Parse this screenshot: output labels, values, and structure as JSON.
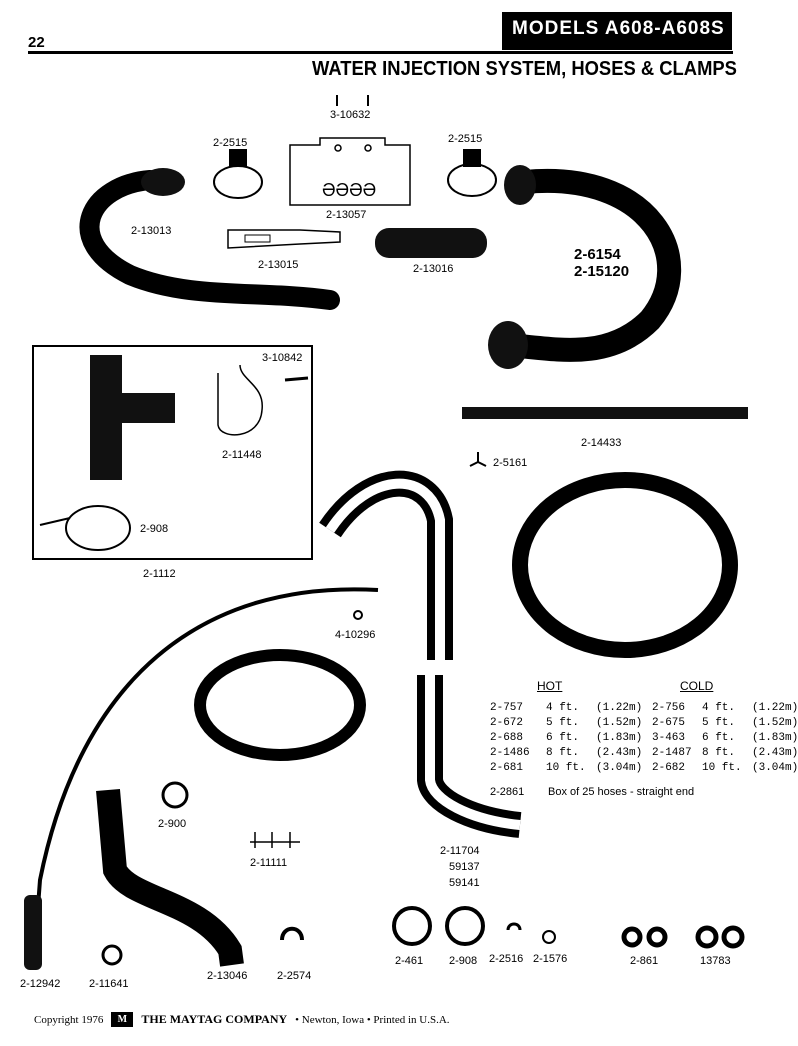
{
  "header": {
    "page_number": "22",
    "models": "MODELS  A608-A608S",
    "title": "WATER INJECTION SYSTEM, HOSES & CLAMPS"
  },
  "parts": {
    "p_3_10632": "3-10632",
    "p_2_2515_left": "2-2515",
    "p_2_2515_right": "2-2515",
    "p_2_13013": "2-13013",
    "p_2_13057": "2-13057",
    "p_2_13015": "2-13015",
    "p_2_13016": "2-13016",
    "p_2_6154": "2-6154",
    "p_2_15120": "2-15120",
    "p_3_10842": "3-10842",
    "p_2_11448": "2-11448",
    "p_2_908_box": "2-908",
    "p_2_1112": "2-1112",
    "p_2_14433": "2-14433",
    "p_2_5161": "2-5161",
    "p_4_10296": "4-10296",
    "p_2_2861": "2-2861",
    "p_2_2861_desc": "Box of 25 hoses - straight end",
    "p_2_900": "2-900",
    "p_2_11111": "2-11111",
    "p_2_11704": "2-11704",
    "p_59137": "59137",
    "p_59141": "59141",
    "p_2_12942": "2-12942",
    "p_2_11641": "2-11641",
    "p_2_13046": "2-13046",
    "p_2_2574": "2-2574",
    "p_2_461": "2-461",
    "p_2_908_bottom": "2-908",
    "p_2_2516": "2-2516",
    "p_2_1576": "2-1576",
    "p_2_861": "2-861",
    "p_13783": "13783"
  },
  "hose_table": {
    "hot_header": "HOT",
    "cold_header": "COLD",
    "rows": [
      {
        "hot_part": "2-757",
        "len": "4  ft.",
        "metric": "(1.22m)",
        "cold_part": "2-756",
        "clen": "4  ft.",
        "cmetric": "(1.22m)"
      },
      {
        "hot_part": "2-672",
        "len": "5  ft.",
        "metric": "(1.52m)",
        "cold_part": "2-675",
        "clen": "5  ft.",
        "cmetric": "(1.52m)"
      },
      {
        "hot_part": "2-688",
        "len": "6  ft.",
        "metric": "(1.83m)",
        "cold_part": "3-463",
        "clen": "6  ft.",
        "cmetric": "(1.83m)"
      },
      {
        "hot_part": "2-1486",
        "len": "8  ft.",
        "metric": "(2.43m)",
        "cold_part": "2-1487",
        "clen": "8  ft.",
        "cmetric": "(2.43m)"
      },
      {
        "hot_part": "2-681",
        "len": "10 ft.",
        "metric": "(3.04m)",
        "cold_part": "2-682",
        "clen": "10 ft.",
        "cmetric": "(3.04m)"
      }
    ]
  },
  "footer": {
    "copyright": "Copyright 1976",
    "logo": "M",
    "company": "THE MAYTAG COMPANY",
    "location": "• Newton, Iowa • Printed in U.S.A."
  }
}
